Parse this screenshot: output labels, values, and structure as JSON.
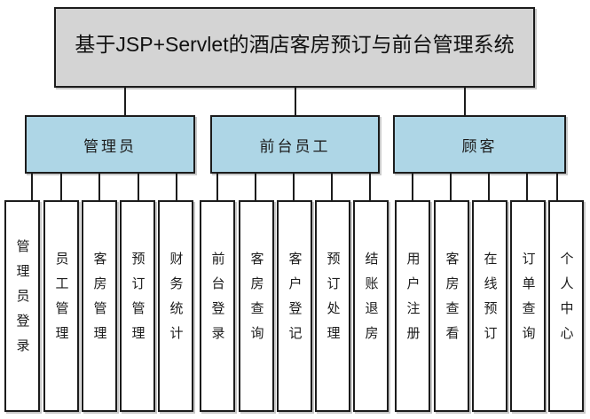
{
  "title": "基于JSP+Servlet的酒店客房预订与前台管理系统",
  "groups": [
    {
      "label": "管理员",
      "children": [
        "管理员登录",
        "员工管理",
        "客房管理",
        "预订管理",
        "财务统计"
      ]
    },
    {
      "label": "前台员工",
      "children": [
        "前台登录",
        "客房查询",
        "客户登记",
        "预订处理",
        "结账退房"
      ]
    },
    {
      "label": "顾客",
      "children": [
        "用户注册",
        "客房查看",
        "在线预订",
        "订单查询",
        "个人中心"
      ]
    }
  ],
  "colors": {
    "title_fill": "#d4d4d4",
    "role_fill": "#aed6e6",
    "leaf_fill": "#ffffff",
    "border": "#1c1c1c",
    "shadow": "#c9c9c9"
  }
}
